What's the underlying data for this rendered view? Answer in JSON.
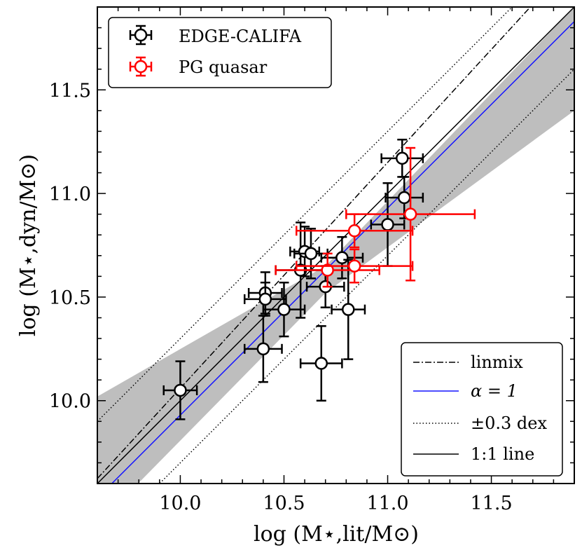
{
  "chart_data": {
    "type": "scatter",
    "xlabel": "log (M⋆,lit/M⊙)",
    "ylabel": "log (M⋆,dyn/M⊙)",
    "xlim": [
      9.6,
      11.9
    ],
    "ylim": [
      9.6,
      11.9
    ],
    "xticks": [
      "10.0",
      "10.5",
      "11.0",
      "11.5"
    ],
    "yticks": [
      "10.0",
      "10.5",
      "11.0",
      "11.5"
    ],
    "xtick_values": [
      10.0,
      10.5,
      11.0,
      11.5
    ],
    "ytick_values": [
      10.0,
      10.5,
      11.0,
      11.5
    ],
    "grid": false,
    "series": [
      {
        "name": "EDGE-CALIFA",
        "color": "#000000",
        "points": [
          {
            "x": 10.0,
            "y": 10.05,
            "xerr": 0.08,
            "yerr": 0.14
          },
          {
            "x": 10.4,
            "y": 10.25,
            "xerr": 0.09,
            "yerr": 0.16
          },
          {
            "x": 10.41,
            "y": 10.52,
            "xerr": 0.08,
            "yerr": 0.1
          },
          {
            "x": 10.41,
            "y": 10.49,
            "xerr": 0.1,
            "yerr": 0.08
          },
          {
            "x": 10.5,
            "y": 10.44,
            "xerr": 0.1,
            "yerr": 0.13
          },
          {
            "x": 10.58,
            "y": 10.63,
            "xerr": 0.12,
            "yerr": 0.23
          },
          {
            "x": 10.6,
            "y": 10.72,
            "xerr": 0.07,
            "yerr": 0.12
          },
          {
            "x": 10.63,
            "y": 10.71,
            "xerr": 0.08,
            "yerr": 0.12
          },
          {
            "x": 10.68,
            "y": 10.18,
            "xerr": 0.1,
            "yerr": 0.18
          },
          {
            "x": 10.7,
            "y": 10.55,
            "xerr": 0.09,
            "yerr": 0.1
          },
          {
            "x": 10.78,
            "y": 10.69,
            "xerr": 0.1,
            "yerr": 0.1
          },
          {
            "x": 10.81,
            "y": 10.44,
            "xerr": 0.08,
            "yerr": 0.24
          },
          {
            "x": 11.0,
            "y": 10.85,
            "xerr": 0.08,
            "yerr": 0.2
          },
          {
            "x": 11.07,
            "y": 11.17,
            "xerr": 0.1,
            "yerr": 0.09
          },
          {
            "x": 11.08,
            "y": 10.98,
            "xerr": 0.09,
            "yerr": 0.1
          }
        ]
      },
      {
        "name": "PG quasar",
        "color": "#ff0000",
        "points": [
          {
            "x": 10.71,
            "y": 10.63,
            "xerr": 0.25,
            "yerr": 0.08
          },
          {
            "x": 10.84,
            "y": 10.82,
            "xerr": 0.28,
            "yerr": 0.08
          },
          {
            "x": 10.84,
            "y": 10.65,
            "xerr": 0.28,
            "yerr": 0.08
          },
          {
            "x": 11.11,
            "y": 10.9,
            "xerr": 0.31,
            "yerr": 0.32
          }
        ]
      }
    ],
    "lines": [
      {
        "name": "linmix",
        "style": "dashdot",
        "color": "#000000",
        "slope": 1.09,
        "intercept": -0.84
      },
      {
        "name": "α = 1",
        "style": "solid",
        "color": "#1515ff",
        "slope": 1.0,
        "intercept": -0.07
      },
      {
        "name": "±0.3 dex",
        "style": "dotted",
        "color": "#000000",
        "offsets": [
          0.3,
          -0.3
        ]
      },
      {
        "name": "1:1 line",
        "style": "solid",
        "color": "#000000",
        "slope": 1.0,
        "intercept": 0.0
      }
    ],
    "confidence_band": {
      "color": "#bebebe",
      "x": [
        9.6,
        10.7,
        11.9
      ],
      "lower": [
        9.4,
        10.52,
        11.4
      ],
      "upper": [
        10.02,
        10.65,
        11.9
      ]
    },
    "legends": [
      {
        "position": "top-left",
        "entries": [
          "EDGE-CALIFA",
          "PG quasar"
        ]
      },
      {
        "position": "bottom-right",
        "entries": [
          "linmix",
          "α = 1",
          "±0.3 dex",
          "1:1 line"
        ]
      }
    ]
  }
}
